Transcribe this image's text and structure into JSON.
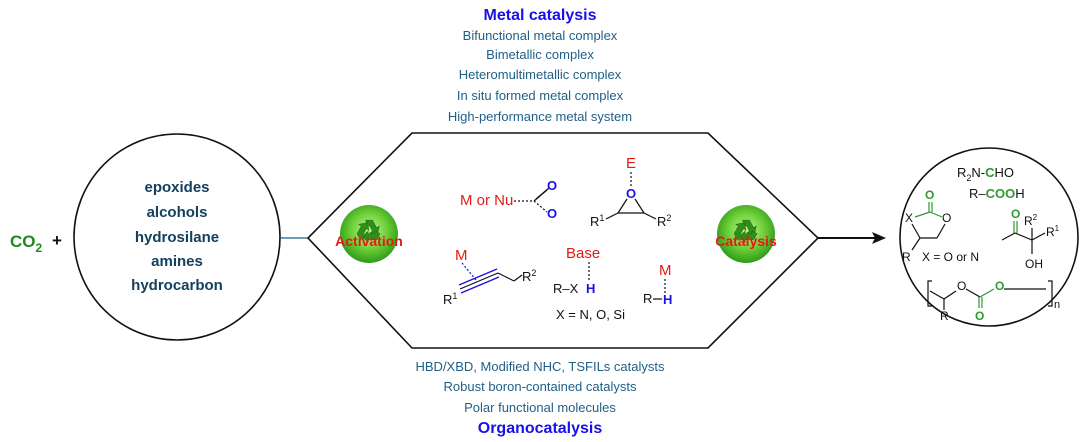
{
  "colors": {
    "heading_blue": "#1a10e8",
    "list_teal": "#1f5f86",
    "substrate_navy": "#12405e",
    "co2_green": "#1e8a1e",
    "red_label": "#e41b13",
    "atom_blue": "#1a10e8",
    "atom_green": "#2f9a2f",
    "line_black": "#111111"
  },
  "icons": {
    "recycle": "recycle-icon"
  },
  "metal_catalysis": {
    "heading": "Metal catalysis",
    "items": [
      "Bifunctional metal complex",
      "Bimetallic complex",
      "Heteromultimetallic complex",
      "In situ formed metal complex",
      "High-performance metal system"
    ]
  },
  "organocatalysis": {
    "heading": "Organocatalysis",
    "items": [
      "HBD/XBD, Modified NHC, TSFILs catalysts",
      "Robust boron-contained catalysts",
      "Polar functional molecules"
    ]
  },
  "reactants": {
    "co2": "CO",
    "co2_sub": "2",
    "plus": "+",
    "substrates": [
      "epoxides",
      "alcohols",
      "hydrosilane",
      "amines",
      "hydrocarbon"
    ]
  },
  "center": {
    "activation_label": "Activation",
    "catalysis_label": "Catalysis",
    "m_or_nu": "M or Nu",
    "o_top": "O",
    "o_bottom": "O",
    "epoxide_e": "E",
    "epoxide_o": "O",
    "r1_epox": "R",
    "r1_epox_sup": "1",
    "r2_epox": "R",
    "r2_epox_sup": "2",
    "alkyne_m": "M",
    "alkyne_r1": "R",
    "alkyne_r1_sup": "1",
    "alkyne_r2": "R",
    "alkyne_r2_sup": "2",
    "base": "Base",
    "rxh_r": "R–X",
    "rxh_h": "H",
    "x_def": "X = N, O, Si",
    "mh_m": "M",
    "mh_r": "R",
    "mh_h": "H"
  },
  "products": {
    "r2n": "R",
    "r2n_sub": "2",
    "r2n_n": "N-",
    "cho_c": "C",
    "cho_rest": "HO",
    "cooh_r": "R–",
    "cooh_c": "COO",
    "cooh_h": "H",
    "carb_o_top": "O",
    "carb_x": "X",
    "carb_o_ring": "O",
    "carb_r": "R",
    "carb_def": "X = O or N",
    "ket_o": "O",
    "ket_r2": "R",
    "ket_r2_sup": "2",
    "ket_r1": "R",
    "ket_r1_sup": "1",
    "ket_oh": "OH",
    "poly_o1": "O",
    "poly_o2": "O",
    "poly_o3": "O",
    "poly_r": "R",
    "poly_n": "n"
  }
}
